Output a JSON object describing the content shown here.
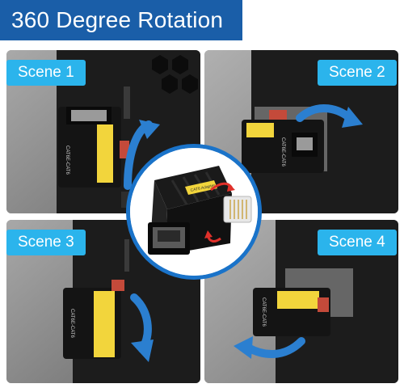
{
  "header": {
    "title": "360 Degree Rotation",
    "bar_color": "#1a5ea8"
  },
  "scenes": [
    {
      "label": "Scene 1"
    },
    {
      "label": "Scene 2"
    },
    {
      "label": "Scene 3"
    },
    {
      "label": "Scene 4"
    }
  ],
  "adapter": {
    "side_text": "CAT6E-CAT6",
    "label_text": "CAT6 Adapter"
  },
  "colors": {
    "accent_blue": "#2bb4ec",
    "arrow_blue": "#2b7fd0",
    "circle_border": "#1a73c9",
    "label_yellow": "#f2d53c",
    "rotation_red": "#e0302a"
  },
  "icons": [
    "rotation-arrow-icon",
    "ethernet-plug-icon"
  ]
}
